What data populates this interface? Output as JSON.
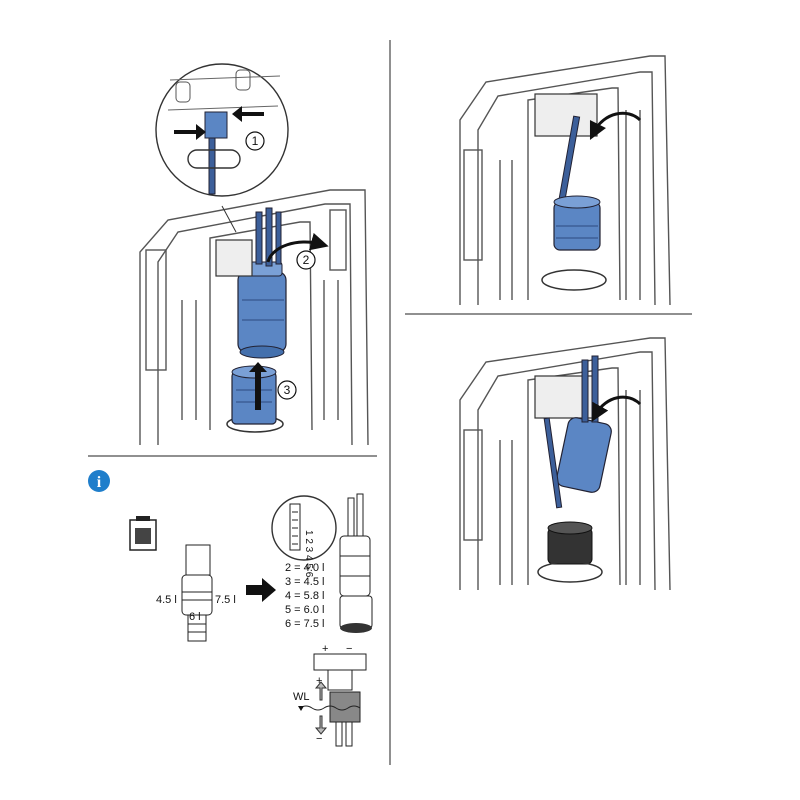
{
  "steps": {
    "step1_number": "1",
    "step2_number": "2",
    "step3_number": "3"
  },
  "info_panel": {
    "info_icon_glyph": "i",
    "size_left_label": "4.5 l",
    "size_right_label": "7.5 l",
    "size_front_label": "6 l",
    "scale_marks": "1 2 3 4 5 6",
    "volume_table": [
      {
        "text": "2 = 4.0 l"
      },
      {
        "text": "3 = 4.5 l"
      },
      {
        "text": "4 = 5.8 l"
      },
      {
        "text": "5 = 6.0 l"
      },
      {
        "text": "6 = 7.5 l"
      }
    ],
    "plus_top": "+",
    "minus_top": "−",
    "plus_side": "+",
    "minus_side": "−",
    "water_level_label": "WL"
  },
  "colors": {
    "accent_blue": "#5b86c4",
    "info_blue": "#1f7ecb",
    "line": "#222222",
    "frame": "#555555"
  },
  "icons": [
    "info-icon",
    "arrow-icon",
    "rotate-arrow-icon",
    "press-arrow-icon"
  ]
}
